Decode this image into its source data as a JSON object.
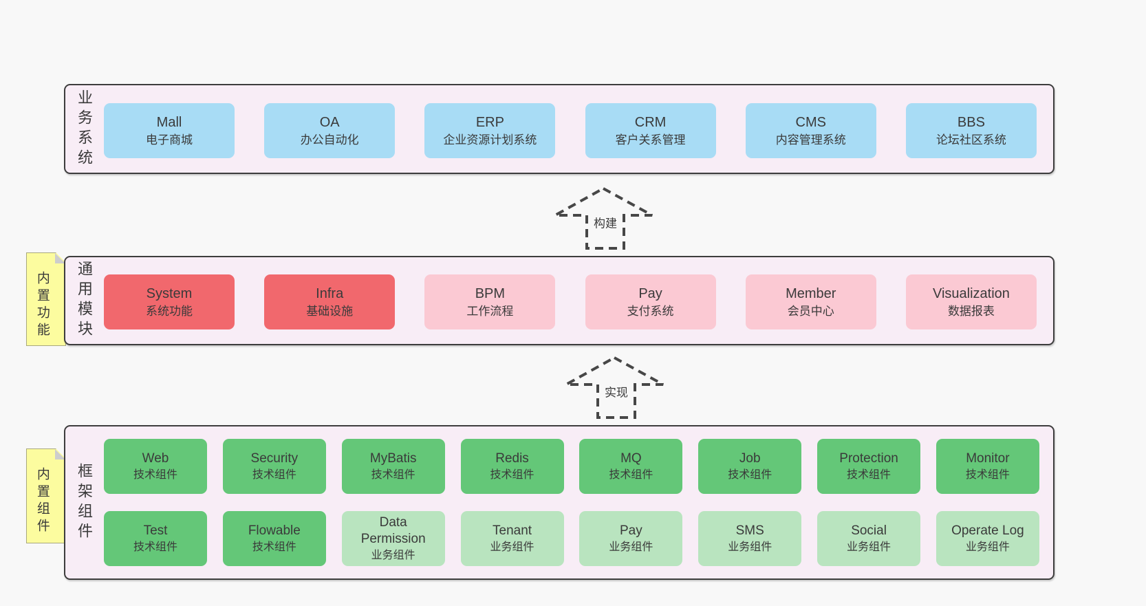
{
  "diagram": {
    "layers": {
      "business": {
        "label": "业务系统",
        "boxes": [
          {
            "en": "Mall",
            "zh": "电子商城",
            "variant": "blue"
          },
          {
            "en": "OA",
            "zh": "办公自动化",
            "variant": "blue"
          },
          {
            "en": "ERP",
            "zh": "企业资源计划系统",
            "variant": "blue"
          },
          {
            "en": "CRM",
            "zh": "客户关系管理",
            "variant": "blue"
          },
          {
            "en": "CMS",
            "zh": "内容管理系统",
            "variant": "blue"
          },
          {
            "en": "BBS",
            "zh": "论坛社区系统",
            "variant": "blue"
          }
        ]
      },
      "modules": {
        "label": "通用模块",
        "note": "内置功能",
        "boxes": [
          {
            "en": "System",
            "zh": "系统功能",
            "variant": "red"
          },
          {
            "en": "Infra",
            "zh": "基础设施",
            "variant": "red"
          },
          {
            "en": "BPM",
            "zh": "工作流程",
            "variant": "pink"
          },
          {
            "en": "Pay",
            "zh": "支付系统",
            "variant": "pink"
          },
          {
            "en": "Member",
            "zh": "会员中心",
            "variant": "pink"
          },
          {
            "en": "Visualization",
            "zh": "数据报表",
            "variant": "pink"
          }
        ]
      },
      "components": {
        "label": "框架组件",
        "note": "内置组件",
        "row1": [
          {
            "en": "Web",
            "zh": "技术组件",
            "variant": "green"
          },
          {
            "en": "Security",
            "zh": "技术组件",
            "variant": "green"
          },
          {
            "en": "MyBatis",
            "zh": "技术组件",
            "variant": "green"
          },
          {
            "en": "Redis",
            "zh": "技术组件",
            "variant": "green"
          },
          {
            "en": "MQ",
            "zh": "技术组件",
            "variant": "green"
          },
          {
            "en": "Job",
            "zh": "技术组件",
            "variant": "green"
          },
          {
            "en": "Protection",
            "zh": "技术组件",
            "variant": "green"
          },
          {
            "en": "Monitor",
            "zh": "技术组件",
            "variant": "green"
          }
        ],
        "row2": [
          {
            "en": "Test",
            "zh": "技术组件",
            "variant": "green"
          },
          {
            "en": "Flowable",
            "zh": "技术组件",
            "variant": "green"
          },
          {
            "en": "Data Permission",
            "zh": "业务组件",
            "variant": "lightgreen"
          },
          {
            "en": "Tenant",
            "zh": "业务组件",
            "variant": "lightgreen"
          },
          {
            "en": "Pay",
            "zh": "业务组件",
            "variant": "lightgreen"
          },
          {
            "en": "SMS",
            "zh": "业务组件",
            "variant": "lightgreen"
          },
          {
            "en": "Social",
            "zh": "业务组件",
            "variant": "lightgreen"
          },
          {
            "en": "Operate Log",
            "zh": "业务组件",
            "variant": "lightgreen"
          }
        ]
      }
    },
    "arrows": [
      {
        "label": "构建"
      },
      {
        "label": "实现"
      }
    ],
    "colors": {
      "page_bg": "#f8f8f8",
      "container_bg": "#f8edf6",
      "container_border": "#3d3d3d",
      "business_box": "#a8dcf5",
      "module_core_box": "#f1686d",
      "module_optional_box": "#fbc9d3",
      "tech_component_box": "#64c778",
      "biz_component_box": "#b9e4bf",
      "note_bg": "#fcfc9f",
      "arrow_stroke": "#474747",
      "text": "#3a3a3a"
    }
  }
}
